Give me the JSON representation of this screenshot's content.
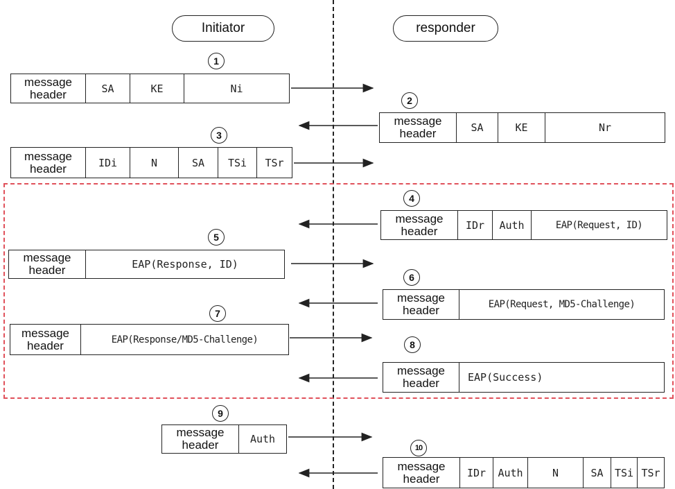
{
  "parties": {
    "initiator": "Initiator",
    "responder": "responder"
  },
  "header_label": {
    "line1": "message",
    "line2": "header"
  },
  "steps": [
    {
      "n": "1",
      "fields": [
        "SA",
        "KE",
        "Ni"
      ]
    },
    {
      "n": "2",
      "fields": [
        "SA",
        "KE",
        "Nr"
      ]
    },
    {
      "n": "3",
      "fields": [
        "IDi",
        "N",
        "SA",
        "TSi",
        "TSr"
      ]
    },
    {
      "n": "4",
      "fields": [
        "IDr",
        "Auth",
        "EAP(Request, ID)"
      ]
    },
    {
      "n": "5",
      "fields": [
        "EAP(Response, ID)"
      ]
    },
    {
      "n": "6",
      "fields": [
        "EAP(Request, MD5-Challenge)"
      ]
    },
    {
      "n": "7",
      "fields": [
        "EAP(Response/MD5-Challenge)"
      ]
    },
    {
      "n": "8",
      "fields": [
        "EAP(Success)"
      ]
    },
    {
      "n": "9",
      "fields": [
        "Auth"
      ]
    },
    {
      "n": "10",
      "fields": [
        "IDr",
        "Auth",
        "N",
        "SA",
        "TSi",
        "TSr"
      ]
    }
  ]
}
